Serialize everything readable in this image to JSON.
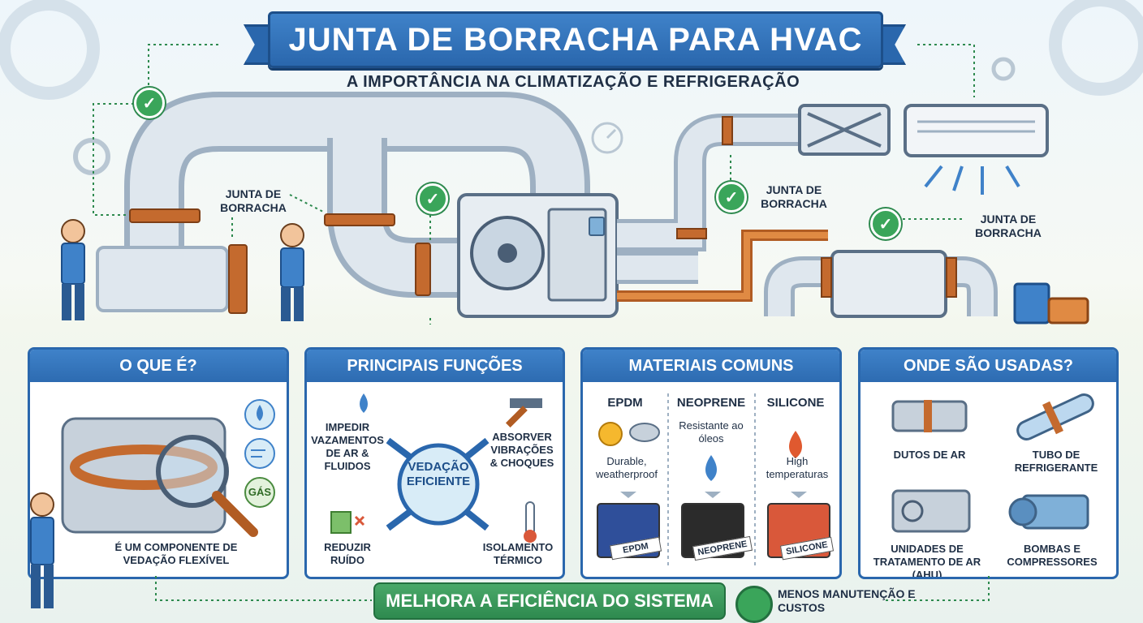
{
  "header": {
    "title": "JUNTA DE BORRACHA PARA HVAC",
    "subtitle": "A IMPORTÂNCIA NA CLIMATIZAÇÃO E REFRIGERAÇÃO"
  },
  "callouts": {
    "left": "JUNTA DE BORRACHA",
    "middle": "JUNTA DE BORRACHA",
    "right": "JUNTA DE BORRACHA"
  },
  "panels": {
    "what": {
      "title": "O QUE É?",
      "caption": "É UM COMPONENTE DE VEDAÇÃO FLEXÍVEL",
      "gas_label": "GÁS"
    },
    "functions": {
      "title": "PRINCIPAIS FUNÇÕES",
      "center": "VEDAÇÃO EFICIENTE",
      "items": [
        "IMPEDIR VAZAMENTOS DE AR & FLUIDOS",
        "ABSORVER VIBRAÇÕES & CHOQUES",
        "REDUZIR RUÍDO",
        "ISOLAMENTO TÉRMICO"
      ]
    },
    "materials": {
      "title": "MATERIAIS COMUNS",
      "items": [
        {
          "name": "EPDM",
          "desc": "Durable, weatherproof",
          "tag": "EPDM",
          "color": "#2f4f9a"
        },
        {
          "name": "NEOPRENE",
          "desc": "Resistante ao óleos",
          "tag": "NEOPRENE",
          "color": "#2b2b2b"
        },
        {
          "name": "SILICONE",
          "desc": "High temperaturas",
          "tag": "SILICONE",
          "color": "#d9583a"
        }
      ]
    },
    "usage": {
      "title": "ONDE SÃO USADAS?",
      "items": [
        "DUTOS DE AR",
        "TUBO DE REFRIGERANTE",
        "UNIDADES DE TRATAMENTO DE AR (AHU)",
        "BOMBAS E COMPRESSORES"
      ]
    }
  },
  "footer": {
    "main": "MELHORA A EFICIÊNCIA DO SISTEMA",
    "side": "MENOS MANUTENÇÃO E CUSTOS"
  },
  "colors": {
    "primary_blue": "#2a67ad",
    "accent_green": "#2e8a4f",
    "gasket_copper": "#c46a2e"
  }
}
